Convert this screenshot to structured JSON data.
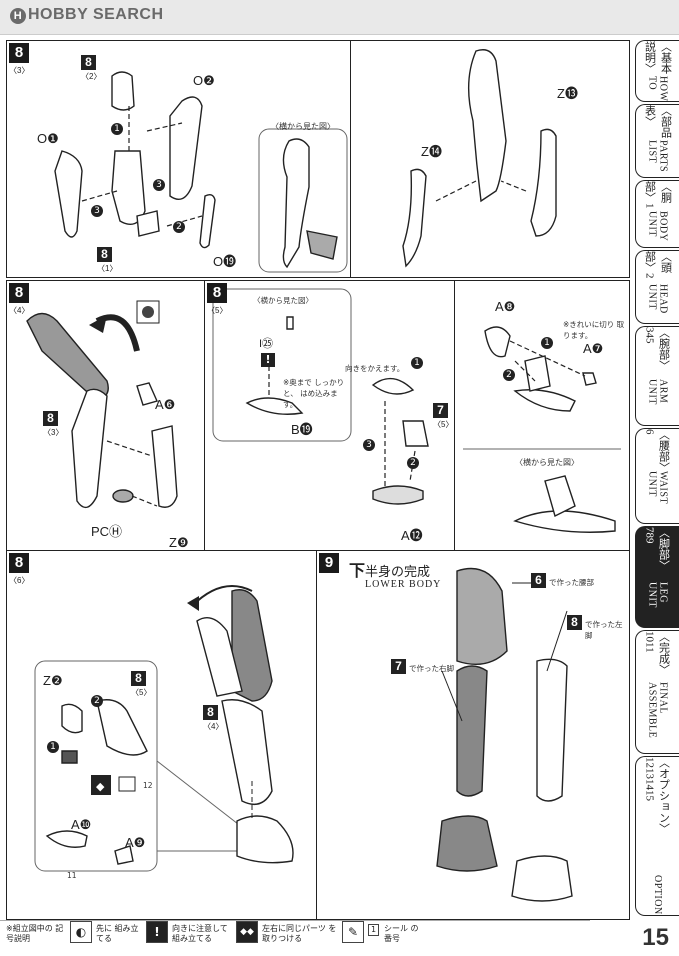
{
  "header": {
    "logo_text": "HOBBY SEARCH",
    "logo_mark": "H"
  },
  "page_number": "15",
  "panels": {
    "p83": {
      "step": "8",
      "sub": "〈3〉",
      "labels": {
        "part8": "8",
        "part8_sub": "〈2〉",
        "o2": "O❷",
        "o1": "O❶",
        "o19": "O⓳",
        "part8b": "8",
        "part8b_sub": "〈1〉",
        "s1": "1",
        "s2": "2",
        "s3a": "3",
        "s3b": "3"
      },
      "sideview": "〈横から見た図〉"
    },
    "p83r": {
      "z13": "Z⓭",
      "z14": "Z⓮"
    },
    "p84": {
      "step": "8",
      "sub": "〈4〉",
      "a6": "A❻",
      "part8": "8",
      "part8_sub": "〈3〉",
      "pch": "PCⒽ",
      "z9": "Z❾"
    },
    "p85": {
      "step": "8",
      "sub": "〈5〉",
      "inset_title": "〈横から見た図〉",
      "i25": "I㉕",
      "note": "※奥まで しっかりと、 はめ込みます。",
      "b19": "B⓳",
      "turn": "向きをかえます。",
      "s1": "1",
      "s2": "2",
      "s3": "3",
      "part7": "7",
      "part7_sub": "〈5〉",
      "a12": "A⓬"
    },
    "p85r": {
      "a8": "A❽",
      "a7": "A❼",
      "note": "※きれいに切り 取ります。",
      "s1": "1",
      "s2": "2",
      "sideview": "〈横から見た図〉"
    },
    "p86": {
      "step": "8",
      "sub": "〈6〉",
      "z2": "Z❷",
      "part8a": "8",
      "part8a_sub": "〈5〉",
      "s1": "1",
      "s2": "2",
      "sticker": "12",
      "a10": "A❿",
      "a9": "A❾",
      "sticker2": "11",
      "part8b": "8",
      "part8b_sub": "〈4〉"
    },
    "p9": {
      "step": "9",
      "title_kanji": "下",
      "title_jp": "半身の完成",
      "title_en": "LOWER BODY",
      "waist_num": "6",
      "waist_txt": "で作った腰部",
      "left_num": "8",
      "left_txt": "で作った左脚",
      "right_num": "7",
      "right_txt": "で作った右脚"
    }
  },
  "side_tabs": [
    {
      "jp": "〈基本説明〉",
      "en": "HOW TO",
      "active": false
    },
    {
      "jp": "〈部品表〉",
      "en": "PARTS LIST",
      "active": false
    },
    {
      "jp": "〈胴部〉1",
      "en": "BODY UNIT",
      "active": false
    },
    {
      "jp": "〈頭部〉2",
      "en": "HEAD UNIT",
      "active": false
    },
    {
      "jp": "〈腕部〉345",
      "en": "ARM UNIT",
      "active": false
    },
    {
      "jp": "〈腰部〉6",
      "en": "WAIST UNIT",
      "active": false
    },
    {
      "jp": "〈脚部〉789",
      "en": "LEG UNIT",
      "active": true
    },
    {
      "jp": "〈完成〉1011",
      "en": "FINAL ASSEMBLE",
      "active": false
    },
    {
      "jp": "〈オプション〉12131415",
      "en": "OPTION",
      "active": false
    }
  ],
  "legend": {
    "title": "※組立図中の 記号説明",
    "items": [
      {
        "icon": "◐",
        "text": "先に 組み立てる"
      },
      {
        "icon": "!",
        "text": "向きに注意して 組み立てる"
      },
      {
        "icon": "◆◆",
        "text": "左右に同じパーツ を取りつける"
      },
      {
        "icon": "✎",
        "text": "シール の番号",
        "num": "1"
      }
    ]
  }
}
